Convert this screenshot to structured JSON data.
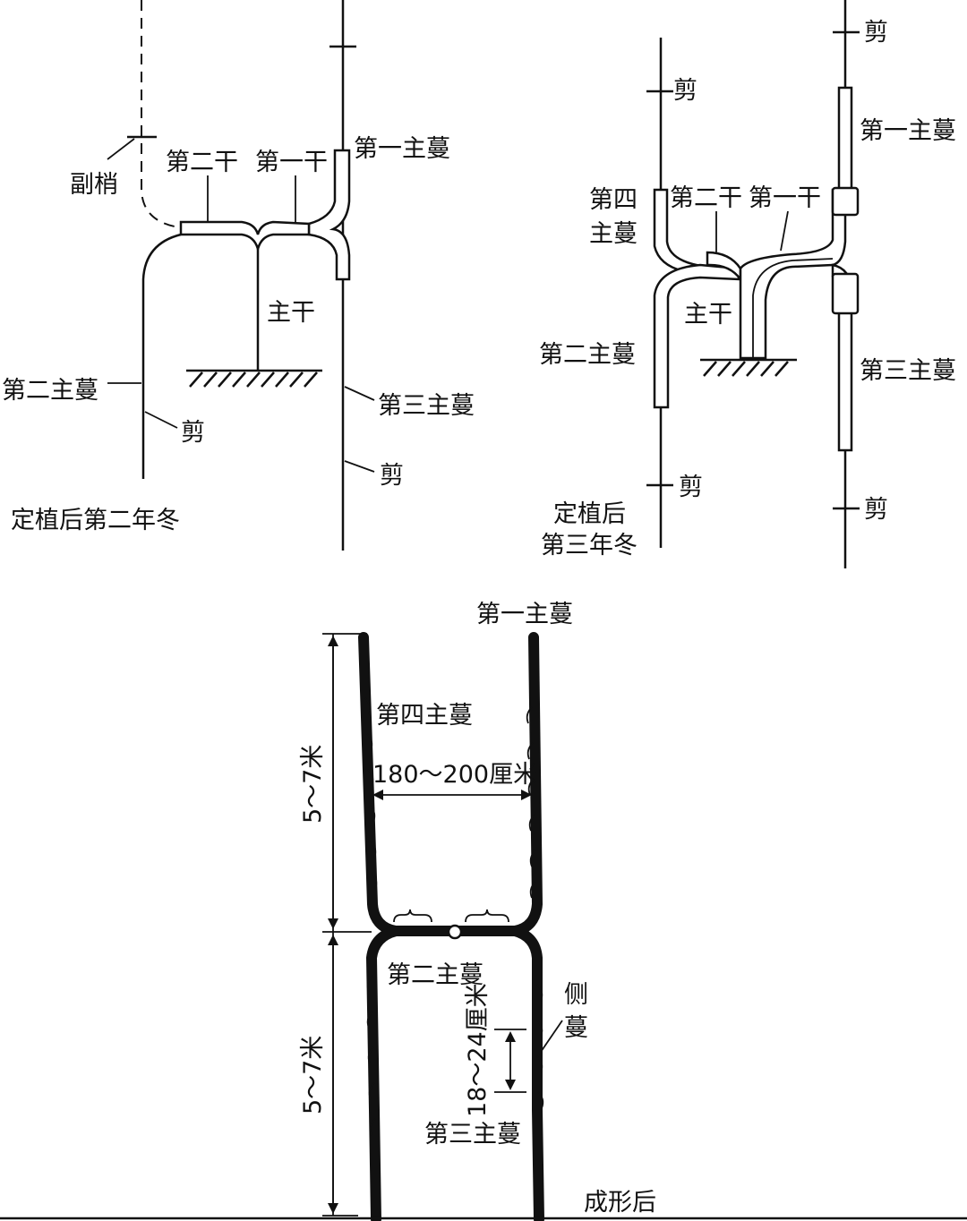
{
  "panel_year2": {
    "title": "定植后第二年冬",
    "labels": {
      "lateral_shoot": "副梢",
      "second_stem": "第二干",
      "first_stem": "第一干",
      "first_main_vine": "第一主蔓",
      "trunk": "主干",
      "second_main_vine": "第二主蔓",
      "third_main_vine": "第三主蔓",
      "cut_a": "剪",
      "cut_b": "剪"
    }
  },
  "panel_year3": {
    "title_line1": "定植后",
    "title_line2": "第三年冬",
    "labels": {
      "cut_top_left": "剪",
      "cut_top_right": "剪",
      "first_main_vine": "第一主蔓",
      "fourth_main_vine_line1": "第四",
      "fourth_main_vine_line2": "主蔓",
      "second_stem": "第二干",
      "first_stem": "第一干",
      "trunk": "主干",
      "second_main_vine": "第二主蔓",
      "third_main_vine": "第三主蔓",
      "cut_bottom_left": "剪",
      "cut_bottom_right": "剪"
    }
  },
  "panel_final": {
    "title": "成形后",
    "labels": {
      "first_main_vine": "第一主蔓",
      "fourth_main_vine": "第四主蔓",
      "width": "180～200厘米",
      "height_upper": "5～7米",
      "height_lower": "5～7米",
      "second_main_vine": "第二主蔓",
      "lateral_vine_line1": "侧",
      "lateral_vine_line2": "蔓",
      "spacing": "18～24厘米",
      "third_main_vine": "第三主蔓"
    }
  }
}
